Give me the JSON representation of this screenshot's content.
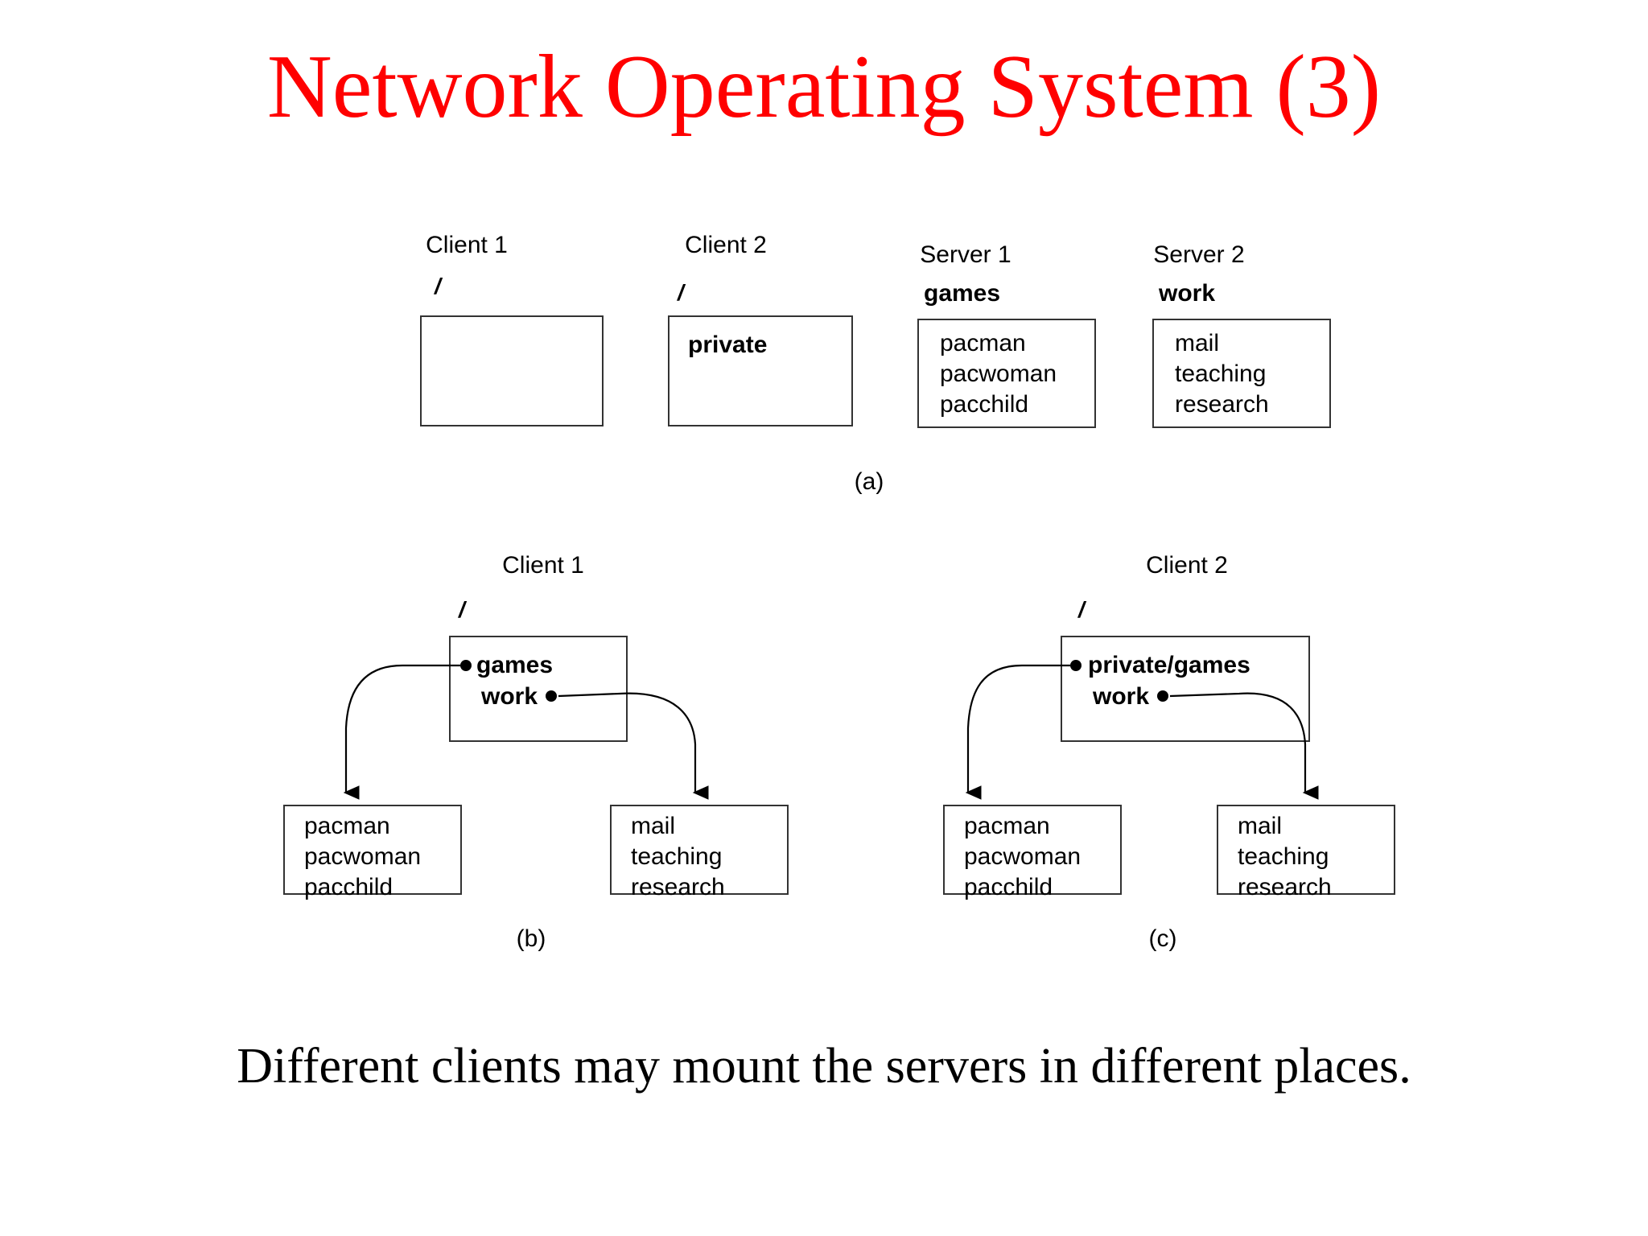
{
  "slide": {
    "title": "Network Operating System (3)",
    "title_color": "#ff0000",
    "caption": "Different clients may mount the servers in different places.",
    "background_color": "#ffffff"
  },
  "diagram_a": {
    "sublabel": "(a)",
    "root_symbol": "/",
    "nodes": [
      {
        "title": "Client 1",
        "mount_label": "",
        "root_symbol": "/",
        "entries": []
      },
      {
        "title": "Client 2",
        "mount_label": "",
        "root_symbol": "/",
        "entries": [
          "private"
        ]
      },
      {
        "title": "Server 1",
        "mount_label": "games",
        "root_symbol": "",
        "entries": [
          "pacman",
          "pacwoman",
          "pacchild"
        ]
      },
      {
        "title": "Server 2",
        "mount_label": "work",
        "root_symbol": "",
        "entries": [
          "mail",
          "teaching",
          "research"
        ]
      }
    ]
  },
  "diagram_b": {
    "sublabel": "(b)",
    "client_title": "Client 1",
    "root_symbol": "/",
    "mount_entries": [
      "games",
      "work"
    ],
    "left_target": [
      "pacman",
      "pacwoman",
      "pacchild"
    ],
    "right_target": [
      "mail",
      "teaching",
      "research"
    ]
  },
  "diagram_c": {
    "sublabel": "(c)",
    "client_title": "Client 2",
    "root_symbol": "/",
    "mount_entries": [
      "private/games",
      "work"
    ],
    "left_target": [
      "pacman",
      "pacwoman",
      "pacchild"
    ],
    "right_target": [
      "mail",
      "teaching",
      "research"
    ]
  }
}
